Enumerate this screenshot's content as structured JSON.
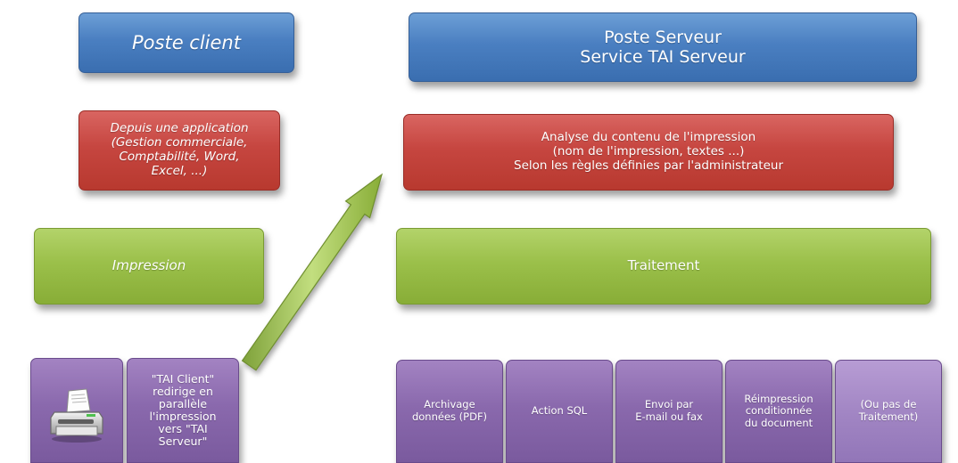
{
  "client": {
    "title": "Poste client",
    "app": "Depuis une application\n(Gestion commerciale,\nComptabilité, Word,\nExcel, ...)",
    "impression": "Impression",
    "tai_client": "\"TAI Client\"\nredirige en\nparallèle\nl'impression\nvers \"TAI\nServeur\""
  },
  "server": {
    "title": "Poste Serveur\nService TAI Serveur",
    "analysis": "Analyse du contenu de l'impression\n(nom de l'impression, textes ...)\nSelon les règles définies par l'administrateur",
    "traitement": "Traitement"
  },
  "actions": [
    "Archivage\ndonnées (PDF)",
    "Action SQL",
    "Envoi par\nE-mail ou fax",
    "Réimpression\nconditionnée\ndu document",
    "(Ou pas de\nTraitement)"
  ],
  "icons": {
    "printer": "printer-icon",
    "arrow": "arrow-up-right-icon"
  },
  "colors": {
    "blue": "#4a7fc1",
    "red": "#c64640",
    "green": "#9bc04a",
    "purple": "#8a69ad"
  }
}
